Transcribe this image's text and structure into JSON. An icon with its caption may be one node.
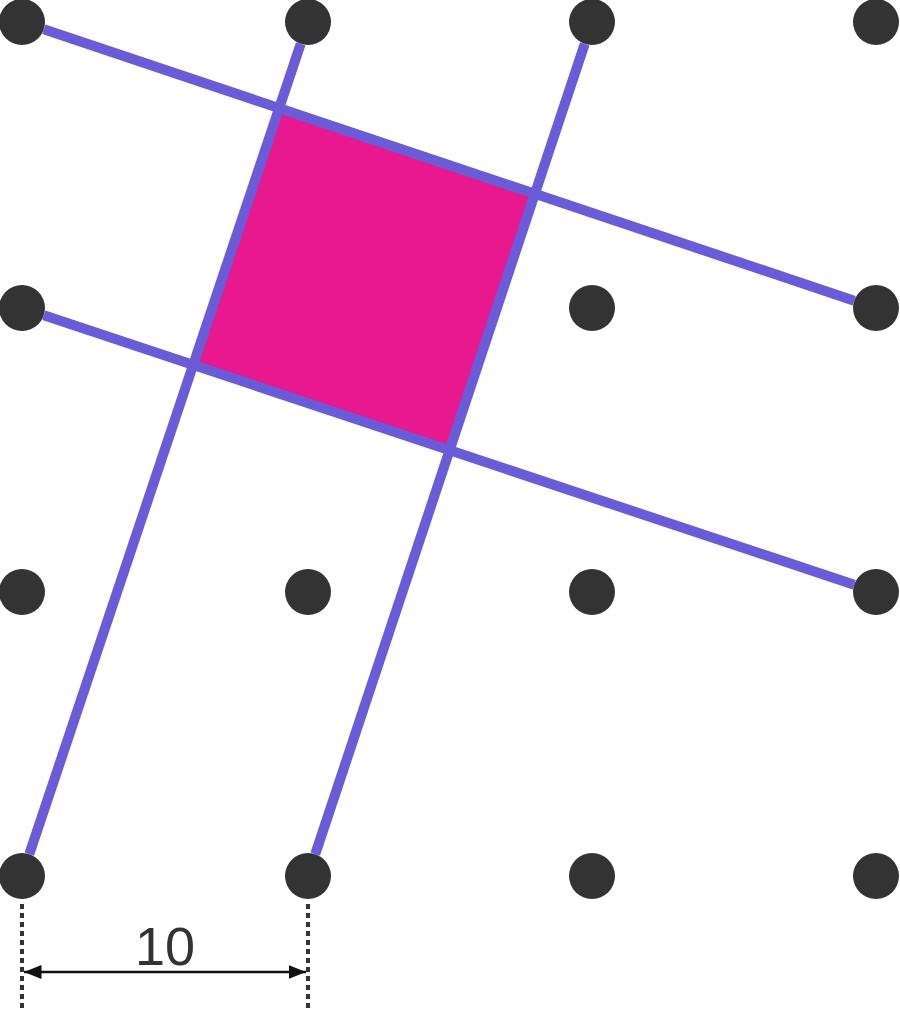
{
  "diagram": {
    "nodes": [
      {
        "text": [],
        "shape": "circle"
      },
      {
        "text": [],
        "shape": "circle"
      },
      {
        "text": [],
        "shape": "circle"
      },
      {
        "text": [],
        "shape": "circle"
      },
      {
        "text": [],
        "shape": "circle"
      },
      {
        "text": [],
        "shape": "circle"
      },
      {
        "text": [],
        "shape": "circle"
      },
      {
        "text": [],
        "shape": "circle"
      },
      {
        "text": [],
        "shape": "circle"
      },
      {
        "text": [],
        "shape": "circle"
      },
      {
        "text": [],
        "shape": "circle"
      },
      {
        "text": [],
        "shape": "circle"
      },
      {
        "text": [],
        "shape": "circle"
      },
      {
        "text": [],
        "shape": "circle"
      },
      {
        "text": [],
        "shape": "circle"
      },
      {
        "text": [],
        "shape": "box"
      }
    ],
    "edges": [
      {
        "from": 0,
        "to": 6,
        "arrow": "none"
      },
      {
        "from": 4,
        "to": 10,
        "arrow": "none"
      },
      {
        "from": 11,
        "to": 1,
        "arrow": "none"
      },
      {
        "from": 12,
        "to": 2,
        "arrow": "none"
      }
    ],
    "labels": [
      "10"
    ]
  }
}
